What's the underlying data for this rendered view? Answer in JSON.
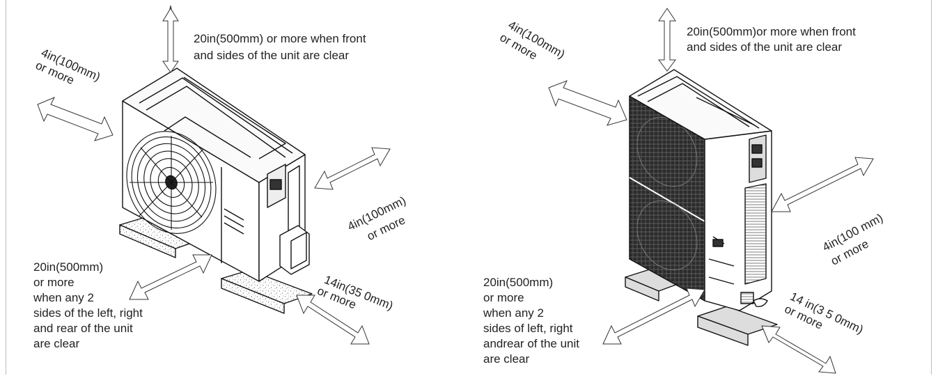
{
  "diagram": {
    "left": {
      "top": [
        "20in(500mm) or more when front",
        "and sides of the unit are clear"
      ],
      "left_side": [
        "4in(100mm)",
        "or more"
      ],
      "right_side": [
        "4in(100mm)",
        "or more"
      ],
      "bottom_left": [
        "20in(500mm)",
        "or more",
        "when any 2",
        "sides of the left, right",
        "and rear of the unit",
        "are clear"
      ],
      "rear": [
        "14in(35 0mm)",
        "or more"
      ]
    },
    "right": {
      "top": [
        "20in(500mm)or more when front",
        "and sides of the unit are clear"
      ],
      "left_side": [
        "4in(100mm)",
        "or more"
      ],
      "right_side": [
        "4in(100 mm)",
        "or more"
      ],
      "bottom_left": [
        "20in(500mm)",
        "or more",
        "when any 2",
        "sides of left, right",
        "andrear of the unit",
        "are clear"
      ],
      "rear": [
        "14 in(3 5 0mm)",
        "or more"
      ]
    }
  }
}
